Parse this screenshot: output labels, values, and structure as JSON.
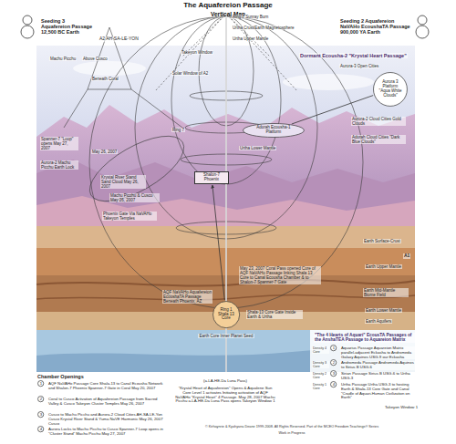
{
  "diagram": {
    "title": "The Aquafereion Passage",
    "nodes": [
      {
        "text": [
          "Aurora 3 Platform \"Aqua White Clouds\""
        ]
      },
      {
        "text": [
          "Adorah Ecousha-1 Platform"
        ]
      },
      {
        "text": [
          "Shalon-7 Phoenix"
        ]
      },
      {
        "text": [
          "Ring 1 Shala 13 Core"
        ]
      },
      {
        "text": [
          "1"
        ]
      },
      {
        "text": [
          "2"
        ]
      },
      {
        "text": [
          "3"
        ]
      },
      {
        "text": [
          "4"
        ]
      },
      {
        "text": [
          "1"
        ]
      },
      {
        "text": [
          "2"
        ]
      },
      {
        "text": [
          "3"
        ]
      },
      {
        "text": [
          "4"
        ]
      }
    ],
    "edges": [
      {
        "from": 3,
        "to": 2,
        "arrow": "to"
      },
      {
        "from": 1,
        "to": 0,
        "arrow": "none"
      }
    ],
    "labels": [
      "Vertical Map",
      "Seeding 3 Aquafereion Passage 12,500 BC Earth",
      "Seeding 2 Aquafereion NaVAHo EcoushaTA Passage 900,000 YA Earth",
      "A2 AH-SA-LE-YON",
      "Machu Picchu",
      "Above Cusco",
      "Beneath Coral",
      "Takeyon Window",
      "Solar Window of A2",
      "Ring 7 Sunray Burn",
      "Urtha Crust/Earth Magnetosphere",
      "Urtha Upper Mantle",
      "Dormant Ecousha-2 \"Krystal Heart Passage\"",
      "Aurora-3 Open Cities",
      "Aurora-2 Cloud Cities Gold Clouds",
      "Adorah Cloud Cities \"Dark Blue Clouds\"",
      "Spanner-7 \"Loop\" opens May 27, 2007",
      "Aurora-2 Machu Picchu Earth Lock",
      "May 26, 2007",
      "Krystal River Stand Sand Cloud May 26, 2007",
      "Machu Picchu & Cusco May 26, 2007",
      "Phoenix Gate Via NaVAHo Takeyon Temples",
      "Ring 7",
      "Urtha Lower Mantle",
      "Earth Surface-Crust",
      "A1",
      "Earth Upper Mantle",
      "Earth Mid-Mantle Biome Field",
      "Earth Lower Mantle",
      "Earth Aquifers",
      "May 23, 2007 Coral Pass opened Core of AQF NaVAHo Passage linking Shala 13 Core to Canal Ecousha Chamber & to Shalon-7 Spanner-7 Gate",
      "AQF NaVAHo Aquafereion EcoushaTA Passage Beneath Phoenix, AZ",
      "Shala-13 Core Gate Inside Earth & Urtha",
      "Earth Core Inner Planet Seed",
      "Chamber Openings",
      "AQF NaVAHo Passage Core Shala-13 to Canal Ecousha Network and Shalon-7 Phoenix Spanner-7 Gate in Coral May 20, 2007",
      "Coral to Cusco Activation of Aquafereion Passage from Sacred Valley & Cusco Takeyon Cluster Temples May 26, 2007",
      "Cusco to Machu Picchu and Aurora-2 Cloud Cities AH-SA-LE-Yon Cusco Krystal River Stand & Yuma NaVE Harmonic May 26, 2007 Cusco",
      "Aurora Locks to Machu Picchu to Cusco Spanner-7 Loop opens in \"Cluster Stand\" Machu Picchu May 27, 2007",
      "(a-LA-HE-Da Luna Pass)",
      "\"Krystal Heart of Aquafereion\" Opens & Aqualene Sun Core Level 1 activates Initiating activation of AQF NaVAHo \"Krystal Heart\" 4 Passage. May 28, 2007 Machu Picchu a-LA-HE-Da Luna Pass opens Takeyon Window 1",
      "\"The 4 Hearts of Aquari\" EcousTA Passages of the AnshaTEA Passage to Aquareion Matrix",
      "Density 4 Core",
      "Density 3 Core",
      "Density 2 Core",
      "Density 1 Core",
      "Aquarius Passage Aquareion Matrix parallel-adjacent Eckasha to Andromeda Galaxy Aquinos USG-9 our Eckasha",
      "Andromeda Passage Andromeda Aquinos to Sirius B USG-6",
      "Sirian Passage Sirius B USG-6 to Urtha USG-3",
      "Urtha Passage Urtha USG-3 to hosting Earth & Shala-13 Core Gate and Canal \"Cradle of Aquari-Human Civilization on Earth\"",
      "Takeyon Window 1",
      "© Kirhaynrie & Kyahyana Deane 1999-2008. All Rights Reserved. Part of the MCEO Freedom Teachings® Series",
      "Work in Progress"
    ]
  }
}
